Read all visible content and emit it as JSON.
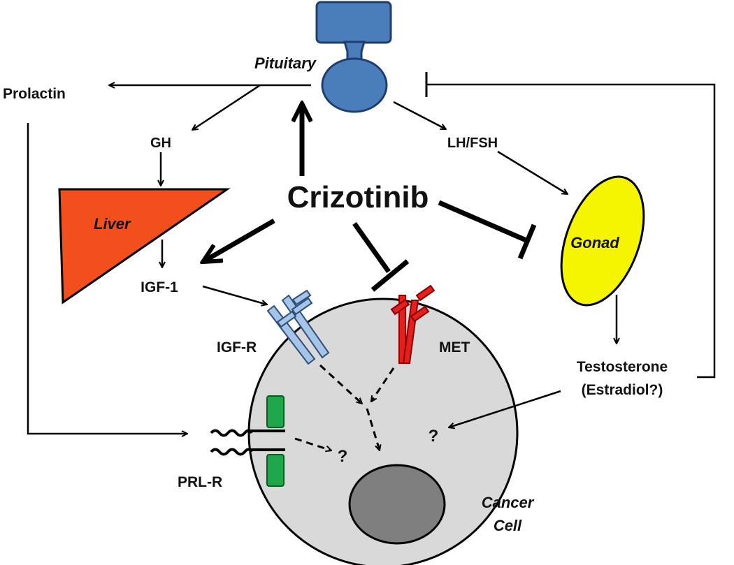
{
  "labels": {
    "pituitary": "Pituitary",
    "prolactin": "Prolactin",
    "gh": "GH",
    "lh_fsh": "LH/FSH",
    "liver": "Liver",
    "crizotinib": "Crizotinib",
    "gonad": "Gonad",
    "igf1": "IGF-1",
    "igf_r": "IGF-R",
    "met": "MET",
    "testosterone": "Testosterone",
    "estradiol": "(Estradiol?)",
    "prl_r": "PRL-R",
    "unknown_1": "?",
    "unknown_2": "?",
    "cancer": "Cancer",
    "cell": "Cell"
  },
  "colors": {
    "pituitary": "#4a7ebb",
    "liver": "#f24f1c",
    "gonad": "#f5f500",
    "igf_r": "#a6c3e8",
    "met": "#e3201b",
    "prl_r": "#1fa64a",
    "cell": "#d9d9d9",
    "nucleus": "#7f7f7f"
  }
}
